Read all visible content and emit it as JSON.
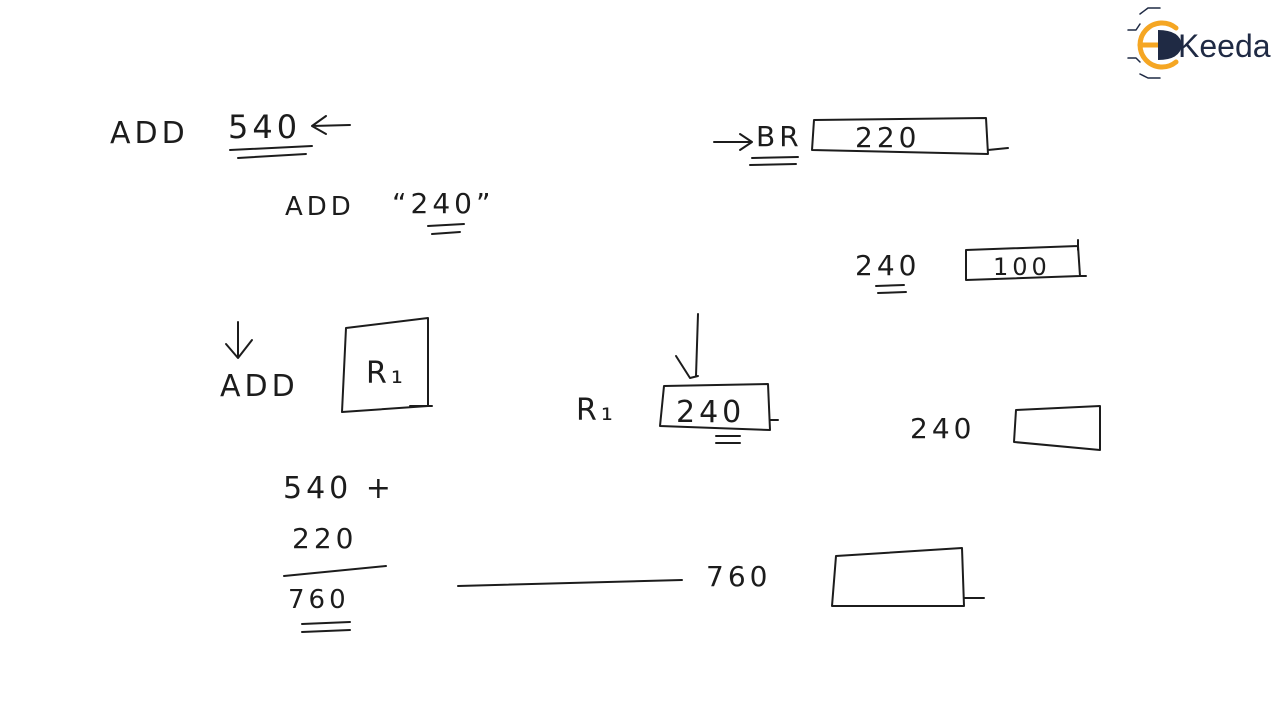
{
  "logo": {
    "letter": "E",
    "wordmark": "Keeda",
    "accent_color": "#f5a623",
    "dark_color": "#1f2a44"
  },
  "board": {
    "instr_direct": {
      "opcode": "ADD",
      "operand": "540"
    },
    "instr_indirect": {
      "opcode": "ADD",
      "operand": "“240”"
    },
    "instr_register": {
      "opcode": "ADD",
      "register": "R₁"
    },
    "base_register": {
      "label": "BR",
      "value": "220"
    },
    "memory_240_a": {
      "address": "240",
      "value": "100"
    },
    "register_r1": {
      "label": "R₁",
      "value": "240"
    },
    "memory_240_b": {
      "address": "240",
      "value": ""
    },
    "sum": {
      "line1": "540 +",
      "line2": "220",
      "result": "760"
    },
    "result_cell": {
      "address": "760",
      "value": ""
    }
  }
}
